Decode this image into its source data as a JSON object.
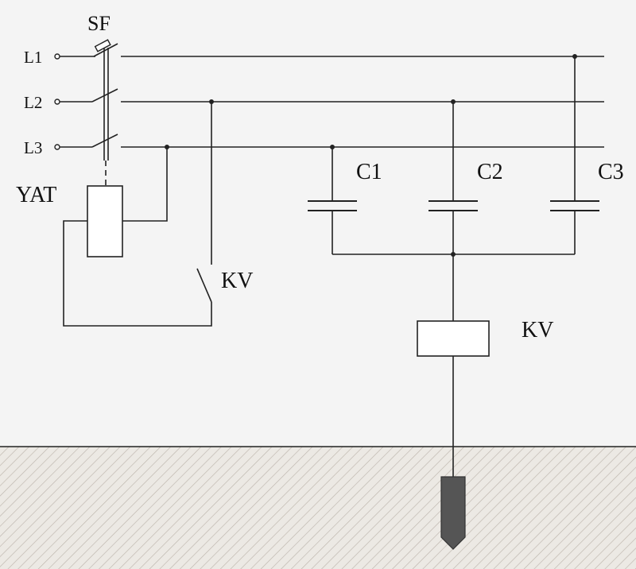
{
  "labels": {
    "breaker": "SF",
    "phase1": "L1",
    "phase2": "L2",
    "phase3": "L3",
    "trip_coil": "YAT",
    "relay_contact": "KV",
    "cap1": "C1",
    "cap2": "C2",
    "cap3": "C3",
    "relay_coil": "KV"
  },
  "colors": {
    "background": "#f4f4f4",
    "line": "#222222",
    "ground_fill": "#ece9e4",
    "ground_hatch": "#bdb6ad",
    "electrode": "#555555"
  }
}
